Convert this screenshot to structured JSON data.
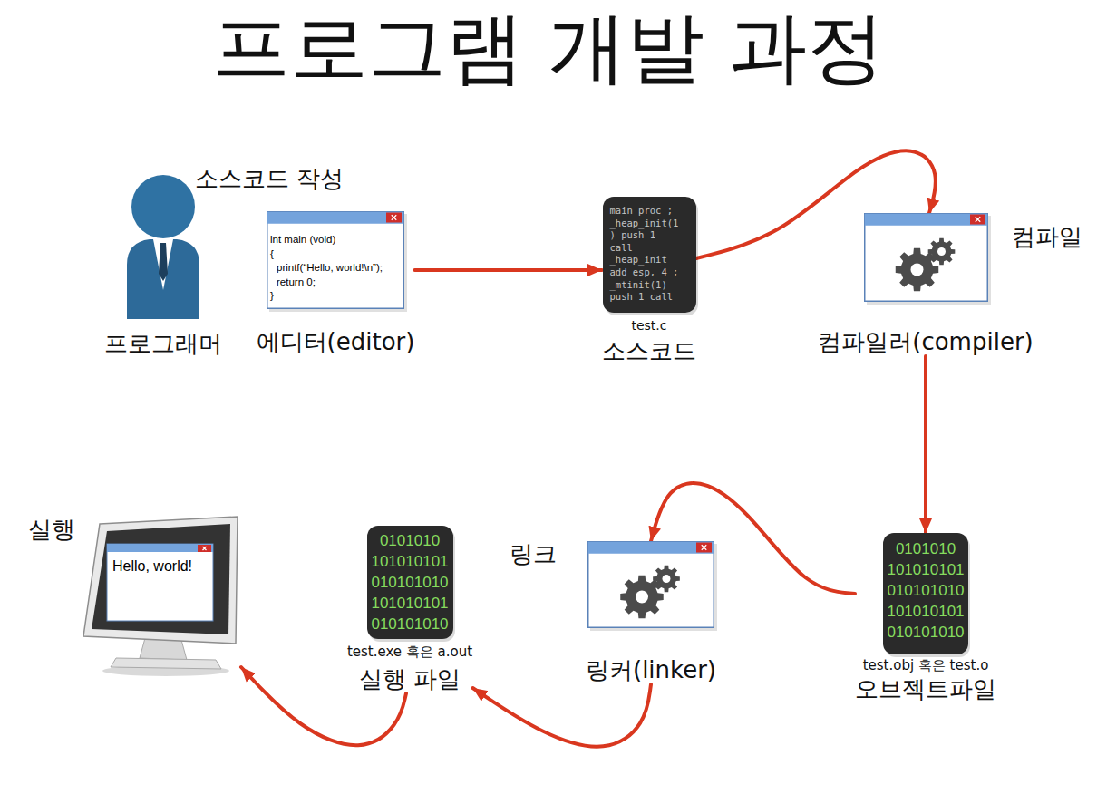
{
  "diagram": {
    "title": "프로그램 개발 과정",
    "nodes": [
      {
        "text": [
          "프로그래머"
        ]
      },
      {
        "text": [
          "int main (void)",
          "{",
          "printf(“Hello, world!\\n”);",
          "return 0;",
          "}",
          "에디터(editor)"
        ]
      },
      {
        "text": [
          "main proc ;",
          "_heap_init(1",
          ") push 1",
          "call",
          "_heap_init",
          "add esp, 4 ;",
          "_mtinit(1)",
          "push 1 call",
          "test.c",
          "소스코드"
        ]
      },
      {
        "text": [
          "컴파일러(compiler)"
        ]
      },
      {
        "text": [
          "0101010",
          "101010101",
          "010101010",
          "101010101",
          "010101010",
          "test.obj 혹은 test.o",
          "오브젝트파일"
        ]
      },
      {
        "text": [
          "링커(linker)"
        ]
      },
      {
        "text": [
          "0101010",
          "101010101",
          "010101010",
          "101010101",
          "010101010",
          "test.exe 혹은 a.out",
          "실행 파일"
        ]
      },
      {
        "text": [
          "Hello, world!"
        ]
      }
    ],
    "edges": [
      {
        "from": 1,
        "to": 2,
        "arrow": "to"
      },
      {
        "from": 2,
        "to": 3,
        "arrow": "to"
      },
      {
        "from": 3,
        "to": 4,
        "arrow": "to"
      },
      {
        "from": 4,
        "to": 5,
        "arrow": "to"
      },
      {
        "from": 5,
        "to": 6,
        "arrow": "to"
      },
      {
        "from": 6,
        "to": 7,
        "arrow": "to"
      }
    ],
    "labels": [
      "소스코드 작성",
      "컴파일",
      "링크",
      "실행"
    ]
  }
}
